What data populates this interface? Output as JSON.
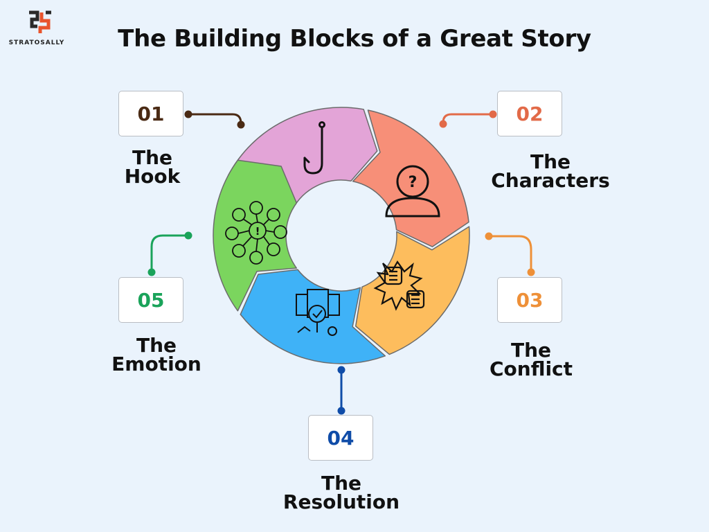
{
  "title": "The Building Blocks of a Great Story",
  "brand": {
    "name": "STRATOSALLY",
    "colors": {
      "orange": "#e8542c",
      "dark": "#2a2a2a"
    }
  },
  "steps": [
    {
      "number": "01",
      "line1": "The",
      "line2": "Hook",
      "color": "#4a2a14",
      "segment_color": "#e3a4d7",
      "icon": "fishing-hook-icon"
    },
    {
      "number": "02",
      "line1": "The",
      "line2": "Characters",
      "color": "#e26a48",
      "segment_color": "#f78f78",
      "icon": "person-question-icon"
    },
    {
      "number": "03",
      "line1": "The",
      "line2": "Conflict",
      "color": "#ee9038",
      "segment_color": "#fdbd5d",
      "icon": "fists-clash-icon"
    },
    {
      "number": "04",
      "line1": "The",
      "line2": "Resolution",
      "color": "#0f4ca8",
      "segment_color": "#3fb2f7",
      "icon": "document-check-icon"
    },
    {
      "number": "05",
      "line1": "The",
      "line2": "Emotion",
      "color": "#1aa35a",
      "segment_color": "#7bd55e",
      "icon": "emotions-network-icon"
    }
  ]
}
